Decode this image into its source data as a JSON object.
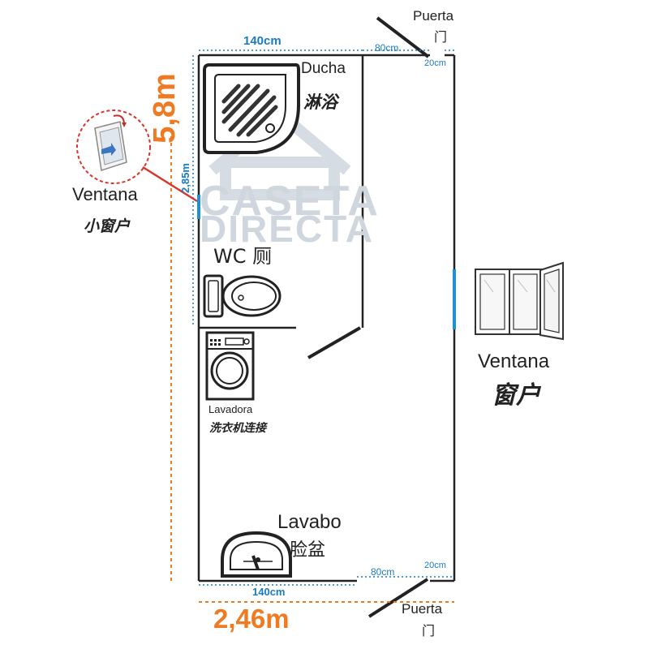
{
  "watermark": {
    "line1": "CASETA",
    "line2": "DIRECTA"
  },
  "dimensions": {
    "total_length": "5,8m",
    "total_width": "2,46m",
    "inner_width_top": "140cm",
    "inner_width_bottom": "140cm",
    "bathroom_length": "2,85m",
    "door_top_width": "80cm",
    "door_top_offset": "20cm",
    "door_bottom_width": "80cm",
    "door_bottom_offset": "20cm"
  },
  "labels": {
    "door_top_es": "Puerta",
    "door_top_zh": "门",
    "door_bottom_es": "Puerta",
    "door_bottom_zh": "门",
    "shower_es": "Ducha",
    "shower_zh": "淋浴",
    "small_window_es": "Ventana",
    "small_window_zh": "小窗户",
    "wc": "WC 厕",
    "washer_es": "Lavadora",
    "washer_zh": "洗衣机连接",
    "sink_es": "Lavabo",
    "sink_zh": "脸盆",
    "window_es": "Ventana",
    "window_zh": "窗户"
  },
  "colors": {
    "wall": "#222222",
    "dimension_blue": "#1a7bbf",
    "dimension_orange": "#f07a21",
    "window_blue": "#1e90d6",
    "callout_red": "#d9342b",
    "watermark": "#cfd6de"
  }
}
